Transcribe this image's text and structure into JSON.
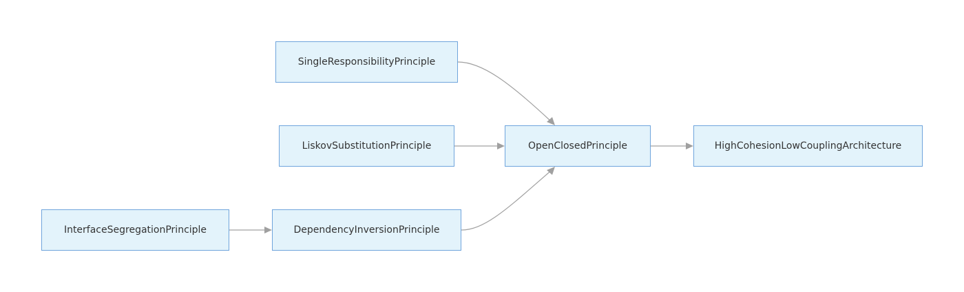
{
  "colors": {
    "node_fill": "#e3f3fb",
    "node_border": "#6fa4dc",
    "edge": "#a0a0a0",
    "text": "#333333"
  },
  "nodes": {
    "srp": {
      "label": "SingleResponsibilityPrinciple"
    },
    "lsp": {
      "label": "LiskovSubstitutionPrinciple"
    },
    "ocp": {
      "label": "OpenClosedPrinciple"
    },
    "hclc": {
      "label": "HighCohesionLowCouplingArchitecture"
    },
    "isp": {
      "label": "InterfaceSegregationPrinciple"
    },
    "dip": {
      "label": "DependencyInversionPrinciple"
    }
  },
  "edges": [
    {
      "from": "srp",
      "to": "ocp"
    },
    {
      "from": "lsp",
      "to": "ocp"
    },
    {
      "from": "dip",
      "to": "ocp"
    },
    {
      "from": "ocp",
      "to": "hclc"
    },
    {
      "from": "isp",
      "to": "dip"
    }
  ]
}
